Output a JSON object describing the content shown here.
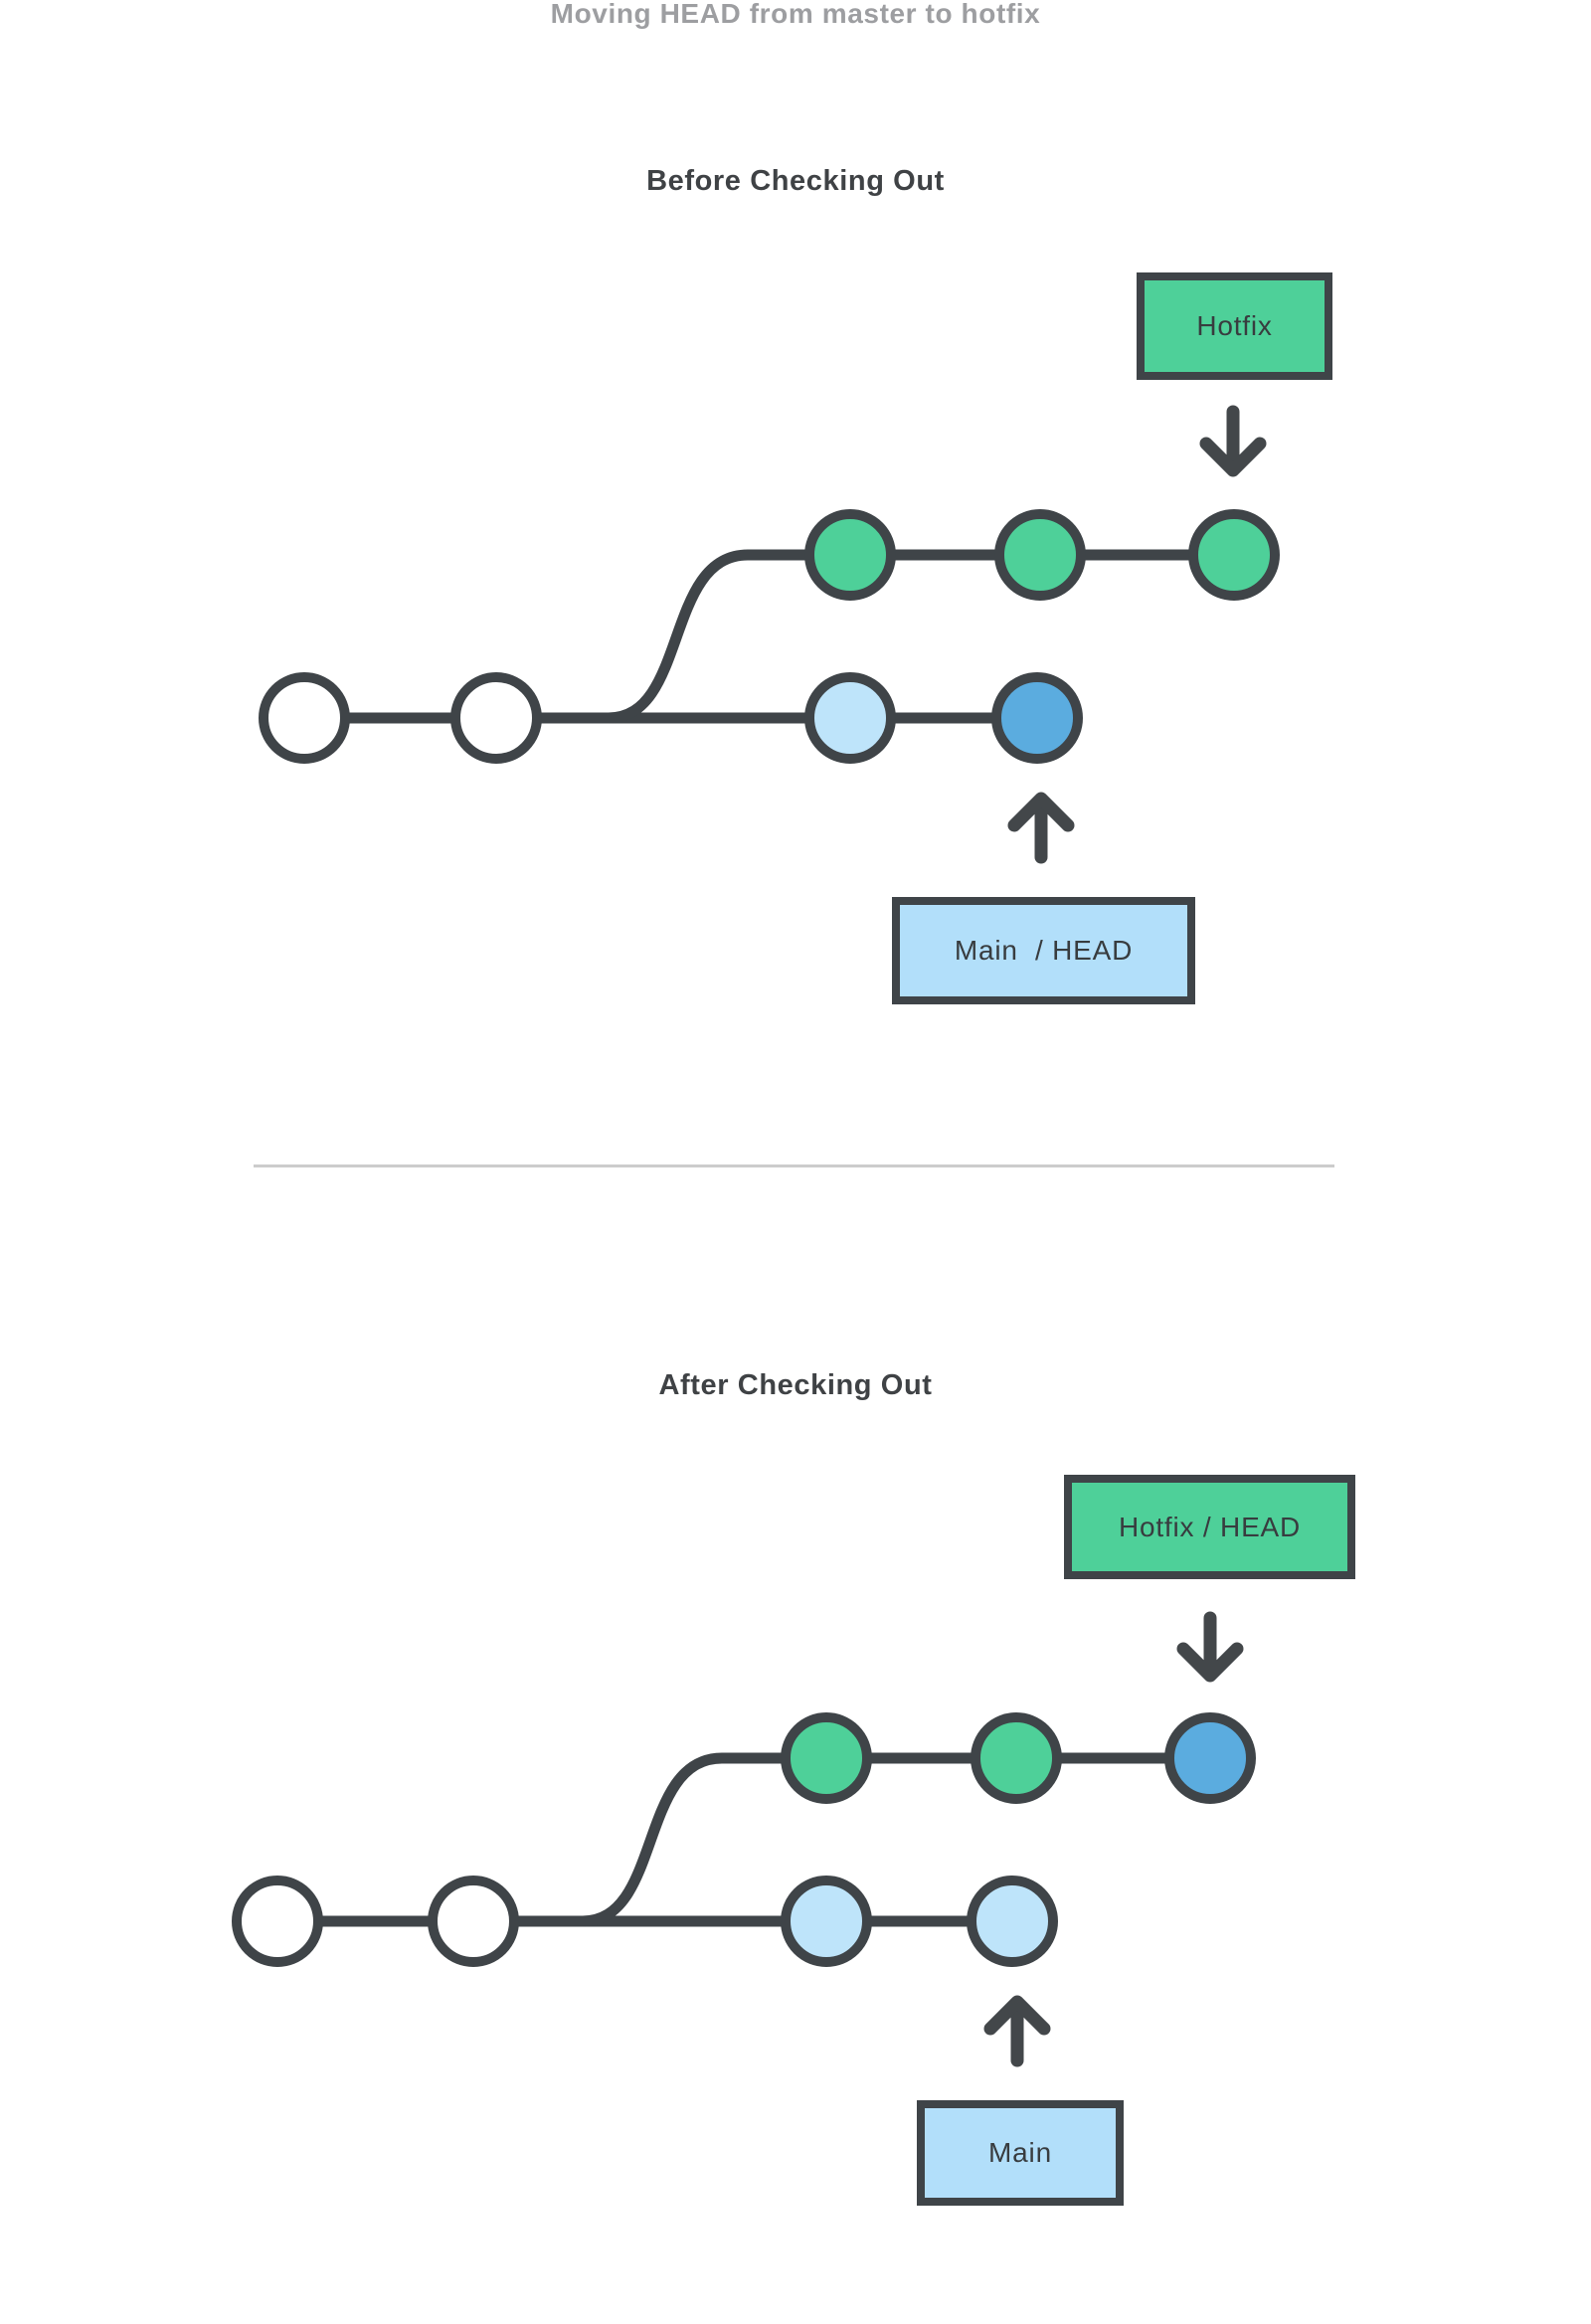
{
  "title": "Moving HEAD from master to hotfix",
  "colors": {
    "green": "#4ed099",
    "light_blue": "#bee4fa",
    "blue": "#5bacdf",
    "white": "#ffffff",
    "stroke": "#3f4448",
    "title_gray": "#9d9ea1",
    "heading_dark": "#3f4245",
    "divider_gray": "#cccccc",
    "box_blue_fill": "#b2dffa"
  },
  "before": {
    "heading": "Before Checking Out",
    "branch_box_label": "Hotfix",
    "head_box_label": "Main  / HEAD",
    "branch_commits": [
      "green",
      "green",
      "green"
    ],
    "main_commits": [
      "white",
      "white",
      "light_blue",
      "blue"
    ]
  },
  "after": {
    "heading": "After Checking Out",
    "branch_box_label": "Hotfix / HEAD",
    "head_box_label": "Main",
    "branch_commits": [
      "green",
      "green",
      "blue"
    ],
    "main_commits": [
      "white",
      "white",
      "light_blue",
      "light_blue"
    ]
  }
}
